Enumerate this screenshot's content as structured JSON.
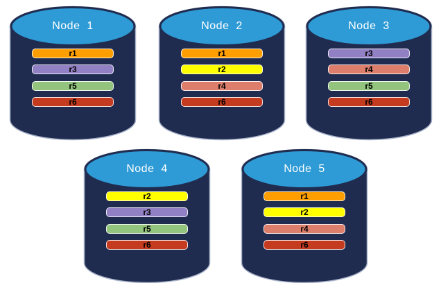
{
  "colors": {
    "page_background": "#ffffff",
    "cylinder_body": "#202C4F",
    "cylinder_edge": "#AAB4CC",
    "cylinder_top": "#2E9BD6",
    "title_text": "#FFFFFF",
    "bar_text": "#000000",
    "bar_border": "#FFFFFF"
  },
  "replica_colors": {
    "r1": "#FF9E00",
    "r2": "#FFFF00",
    "r3": "#9180C4",
    "r4": "#DD7E6D",
    "r5": "#93C47D",
    "r6": "#C53B20"
  },
  "nodes": [
    {
      "title": "Node  1",
      "bars": [
        {
          "label": "r1",
          "color": "#FF9E00"
        },
        {
          "label": "r3",
          "color": "#9180C4"
        },
        {
          "label": "r5",
          "color": "#93C47D"
        },
        {
          "label": "r6",
          "color": "#C53B20"
        }
      ]
    },
    {
      "title": "Node  2",
      "bars": [
        {
          "label": "r1",
          "color": "#FF9E00"
        },
        {
          "label": "r2",
          "color": "#FFFF00"
        },
        {
          "label": "r4",
          "color": "#DD7E6D"
        },
        {
          "label": "r6",
          "color": "#C53B20"
        }
      ]
    },
    {
      "title": "Node  3",
      "bars": [
        {
          "label": "r3",
          "color": "#9180C4"
        },
        {
          "label": "r4",
          "color": "#DD7E6D"
        },
        {
          "label": "r5",
          "color": "#93C47D"
        },
        {
          "label": "r6",
          "color": "#C53B20"
        }
      ]
    },
    {
      "title": "Node  4",
      "bars": [
        {
          "label": "r2",
          "color": "#FFFF00"
        },
        {
          "label": "r3",
          "color": "#9180C4"
        },
        {
          "label": "r5",
          "color": "#93C47D"
        },
        {
          "label": "r6",
          "color": "#C53B20"
        }
      ]
    },
    {
      "title": "Node  5",
      "bars": [
        {
          "label": "r1",
          "color": "#FF9E00"
        },
        {
          "label": "r2",
          "color": "#FFFF00"
        },
        {
          "label": "r4",
          "color": "#DD7E6D"
        },
        {
          "label": "r6",
          "color": "#C53B20"
        }
      ]
    }
  ]
}
